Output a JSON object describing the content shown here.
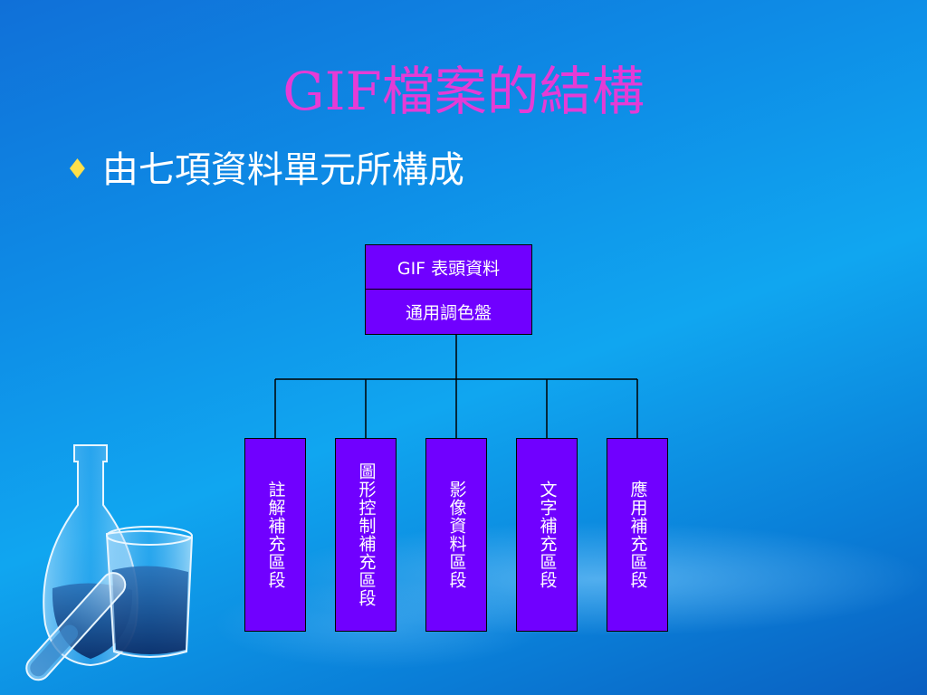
{
  "slide": {
    "title": "GIF檔案的結構",
    "bullet_glyph": "♦",
    "bullet_text": "由七項資料單元所構成"
  },
  "diagram": {
    "top_box": {
      "rows": [
        "GIF 表頭資料",
        "通用調色盤"
      ]
    },
    "children": [
      "註解補充區段",
      "圖形控制補充區段",
      "影像資料區段",
      "文字補充區段",
      "應用補充區段"
    ]
  },
  "colors": {
    "title": "#e53bd6",
    "bullet": "#ffe04a",
    "box_fill": "#7000ff",
    "line": "#000000"
  }
}
